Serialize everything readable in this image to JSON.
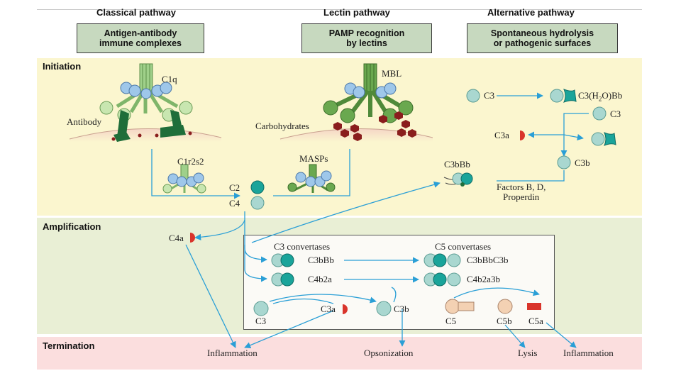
{
  "pathways": {
    "classical": {
      "title": "Classical pathway",
      "trigger": "Antigen-antibody\nimmune complexes"
    },
    "lectin": {
      "title": "Lectin pathway",
      "trigger": "PAMP recognition\nby lectins"
    },
    "alternative": {
      "title": "Alternative pathway",
      "trigger": "Spontaneous hydrolysis\nor pathogenic surfaces"
    }
  },
  "stages": {
    "initiation": "Initiation",
    "amplification": "Amplification",
    "termination": "Termination"
  },
  "initiation": {
    "c1q": "C1q",
    "antibody": "Antibody",
    "mbl": "MBL",
    "carbohydrates": "Carbohydrates",
    "c1r2s2": "C1r2s2",
    "masps": "MASPs",
    "c2": "C2",
    "c4": "C4",
    "alt_c3": "C3",
    "c3h2o_prefix": "C3(H",
    "c3h2o_sub": "2",
    "c3h2o_suffix": "O)Bb",
    "alt_c3_second": "C3",
    "c3a": "C3a",
    "c3b": "C3b",
    "c3bbb": "C3bBb",
    "factors": "Factors B, D,\nProperdin"
  },
  "amplification": {
    "c4a": "C4a",
    "c3_convertases": "C3 convertases",
    "c5_convertases": "C5 convertases",
    "c3bbb": "C3bBb",
    "c4b2a": "C4b2a",
    "c3bbbc3b": "C3bBbC3b",
    "c4b2a3b": "C4b2a3b",
    "c3": "C3",
    "c3a": "C3a",
    "c3b": "C3b",
    "c5": "C5",
    "c5b": "C5b",
    "c5a": "C5a"
  },
  "termination": {
    "inflammation_left": "Inflammation",
    "opsonization": "Opsonization",
    "lysis": "Lysis",
    "inflammation_right": "Inflammation"
  },
  "colors": {
    "initiation_band": "#fbf6cf",
    "amplification_band": "#e9efd5",
    "termination_band": "#fbdede",
    "trigger_box": "#c7d9bf",
    "arrow": "#2a9fd6",
    "teal_dark": "#1aa49a",
    "teal_light": "#a9d7d0",
    "green_dark": "#1f6e3a",
    "green_light": "#a8d08d",
    "carbohydrate": "#8a1d1d",
    "c3a_red": "#d9342b",
    "c5_tan": "#f3d1b3",
    "membrane": "#f2cfc0"
  }
}
